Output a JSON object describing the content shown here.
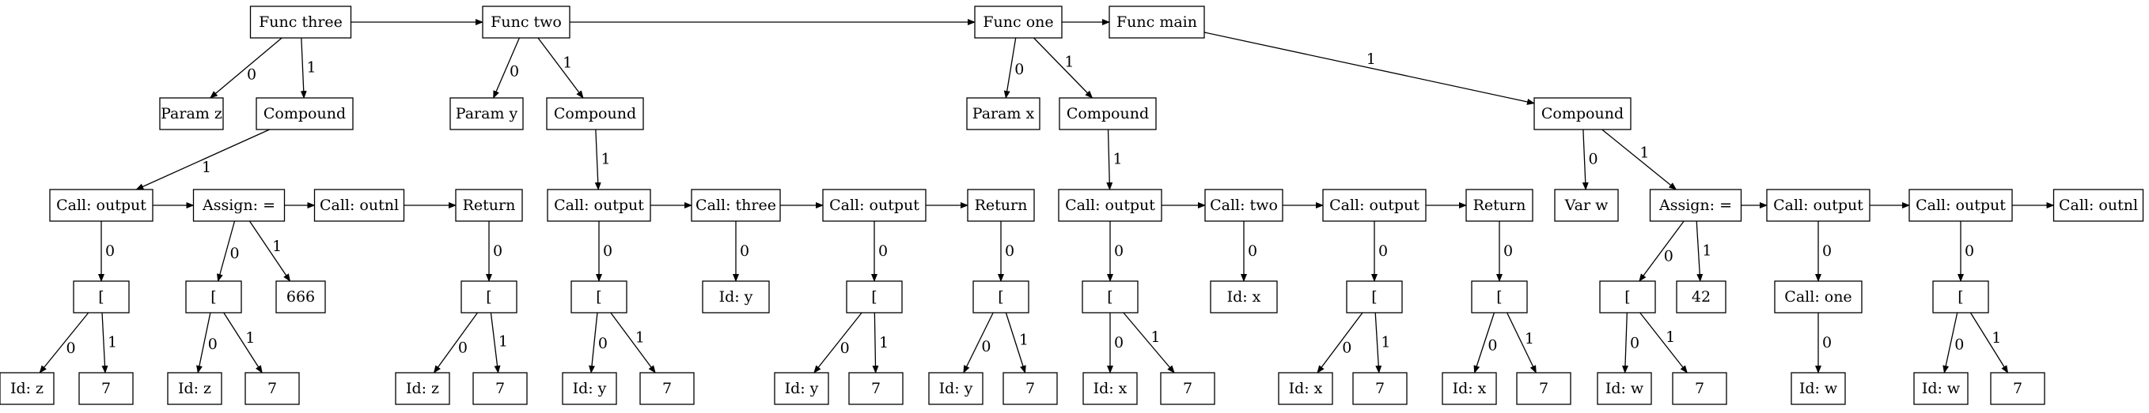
{
  "diagram": {
    "nodes": {
      "f3": "Func three",
      "f2": "Func two",
      "f1": "Func one",
      "fm": "Func main",
      "pz": "Param z",
      "c3": "Compound",
      "py": "Param y",
      "c2": "Compound",
      "px": "Param x",
      "c1": "Compound",
      "cm": "Compound",
      "o3": "Call: output",
      "as3": "Assign: =",
      "ol3": "Call: outnl",
      "r3": "Return",
      "o2": "Call: output",
      "ct": "Call: three",
      "o2b": "Call: output",
      "r2": "Return",
      "o1": "Call: output",
      "ctw": "Call: two",
      "o1b": "Call: output",
      "r1": "Return",
      "vw": "Var w",
      "asm": "Assign: =",
      "omA": "Call: output",
      "omB": "Call: output",
      "olm": "Call: outnl",
      "b3": "[",
      "b3b": "[",
      "n666": "666",
      "b3c": "[",
      "b2": "[",
      "idy": "Id: y",
      "b2b": "[",
      "b2c": "[",
      "b1": "[",
      "idx": "Id: x",
      "b1b": "[",
      "b1c": "[",
      "bm": "[",
      "n42": "42",
      "cone": "Call: one",
      "bmb": "[",
      "z1": "Id: z",
      "s1": "7",
      "z2": "Id: z",
      "s2": "7",
      "z3": "Id: z",
      "s3": "7",
      "y1": "Id: y",
      "s4": "7",
      "y2": "Id: y",
      "s5": "7",
      "y3": "Id: y",
      "s6": "7",
      "x1": "Id: x",
      "s7": "7",
      "x2": "Id: x",
      "s8": "7",
      "x3": "Id: x",
      "s9": "7",
      "w1": "Id: w",
      "s10": "7",
      "w2": "Id: w",
      "w3": "Id: w",
      "s11": "7"
    },
    "edges": [
      {
        "from": "f3",
        "to": "f2",
        "label": ""
      },
      {
        "from": "f2",
        "to": "f1",
        "label": ""
      },
      {
        "from": "f1",
        "to": "fm",
        "label": ""
      },
      {
        "from": "f3",
        "to": "pz",
        "label": "0"
      },
      {
        "from": "f3",
        "to": "c3",
        "label": "1"
      },
      {
        "from": "f2",
        "to": "py",
        "label": "0"
      },
      {
        "from": "f2",
        "to": "c2",
        "label": "1"
      },
      {
        "from": "f1",
        "to": "px",
        "label": "0"
      },
      {
        "from": "f1",
        "to": "c1",
        "label": "1"
      },
      {
        "from": "fm",
        "to": "cm",
        "label": "1"
      },
      {
        "from": "c3",
        "to": "o3",
        "label": "1"
      },
      {
        "from": "o3",
        "to": "as3",
        "label": ""
      },
      {
        "from": "as3",
        "to": "ol3",
        "label": ""
      },
      {
        "from": "ol3",
        "to": "r3",
        "label": ""
      },
      {
        "from": "c2",
        "to": "o2",
        "label": "1"
      },
      {
        "from": "o2",
        "to": "ct",
        "label": ""
      },
      {
        "from": "ct",
        "to": "o2b",
        "label": ""
      },
      {
        "from": "o2b",
        "to": "r2",
        "label": ""
      },
      {
        "from": "c1",
        "to": "o1",
        "label": "1"
      },
      {
        "from": "o1",
        "to": "ctw",
        "label": ""
      },
      {
        "from": "ctw",
        "to": "o1b",
        "label": ""
      },
      {
        "from": "o1b",
        "to": "r1",
        "label": ""
      },
      {
        "from": "cm",
        "to": "vw",
        "label": "0"
      },
      {
        "from": "cm",
        "to": "asm",
        "label": "1"
      },
      {
        "from": "asm",
        "to": "omA",
        "label": ""
      },
      {
        "from": "omA",
        "to": "omB",
        "label": ""
      },
      {
        "from": "omB",
        "to": "olm",
        "label": ""
      },
      {
        "from": "o3",
        "to": "b3",
        "label": "0"
      },
      {
        "from": "as3",
        "to": "b3b",
        "label": "0"
      },
      {
        "from": "as3",
        "to": "n666",
        "label": "1"
      },
      {
        "from": "r3",
        "to": "b3c",
        "label": "0"
      },
      {
        "from": "o2",
        "to": "b2",
        "label": "0"
      },
      {
        "from": "ct",
        "to": "idy",
        "label": "0"
      },
      {
        "from": "o2b",
        "to": "b2b",
        "label": "0"
      },
      {
        "from": "r2",
        "to": "b2c",
        "label": "0"
      },
      {
        "from": "o1",
        "to": "b1",
        "label": "0"
      },
      {
        "from": "ctw",
        "to": "idx",
        "label": "0"
      },
      {
        "from": "o1b",
        "to": "b1b",
        "label": "0"
      },
      {
        "from": "r1",
        "to": "b1c",
        "label": "0"
      },
      {
        "from": "asm",
        "to": "bm",
        "label": "0"
      },
      {
        "from": "asm",
        "to": "n42",
        "label": "1"
      },
      {
        "from": "omA",
        "to": "cone",
        "label": "0"
      },
      {
        "from": "omB",
        "to": "bmb",
        "label": "0"
      },
      {
        "from": "b3",
        "to": "z1",
        "label": "0"
      },
      {
        "from": "b3",
        "to": "s1",
        "label": "1"
      },
      {
        "from": "b3b",
        "to": "z2",
        "label": "0"
      },
      {
        "from": "b3b",
        "to": "s2",
        "label": "1"
      },
      {
        "from": "b3c",
        "to": "z3",
        "label": "0"
      },
      {
        "from": "b3c",
        "to": "s3",
        "label": "1"
      },
      {
        "from": "b2",
        "to": "y1",
        "label": "0"
      },
      {
        "from": "b2",
        "to": "s4",
        "label": "1"
      },
      {
        "from": "b2b",
        "to": "y2",
        "label": "0"
      },
      {
        "from": "b2b",
        "to": "s5",
        "label": "1"
      },
      {
        "from": "b2c",
        "to": "y3",
        "label": "0"
      },
      {
        "from": "b2c",
        "to": "s6",
        "label": "1"
      },
      {
        "from": "b1",
        "to": "x1",
        "label": "0"
      },
      {
        "from": "b1",
        "to": "s7",
        "label": "1"
      },
      {
        "from": "b1b",
        "to": "x2",
        "label": "0"
      },
      {
        "from": "b1b",
        "to": "s8",
        "label": "1"
      },
      {
        "from": "b1c",
        "to": "x3",
        "label": "0"
      },
      {
        "from": "b1c",
        "to": "s9",
        "label": "1"
      },
      {
        "from": "bm",
        "to": "w1",
        "label": "0"
      },
      {
        "from": "bm",
        "to": "s10",
        "label": "1"
      },
      {
        "from": "cone",
        "to": "w2",
        "label": "0"
      },
      {
        "from": "bmb",
        "to": "w3",
        "label": "0"
      },
      {
        "from": "bmb",
        "to": "s11",
        "label": "1"
      }
    ]
  }
}
